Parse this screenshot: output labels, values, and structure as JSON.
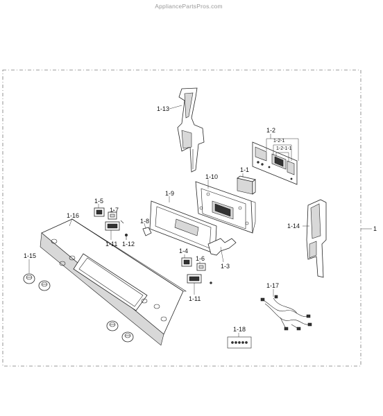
{
  "watermark": "AppliancePartsPros.com",
  "labels": {
    "l1": "1",
    "l1_1": "1-1",
    "l1_2": "1-2",
    "l1_2_1": "1-2-1",
    "l1_2_1_1": "1-2-1-1",
    "l1_3": "1-3",
    "l1_4": "1-4",
    "l1_5": "1-5",
    "l1_6": "1-6",
    "l1_7": "1-7",
    "l1_8": "1-8",
    "l1_9": "1-9",
    "l1_10": "1-10",
    "l1_11a": "1-11",
    "l1_11b": "1-11",
    "l1_12": "1-12",
    "l1_13": "1-13",
    "l1_14": "1-14",
    "l1_15": "1-15",
    "l1_16": "1-16",
    "l1_17": "1-17",
    "l1_18": "1-18"
  }
}
